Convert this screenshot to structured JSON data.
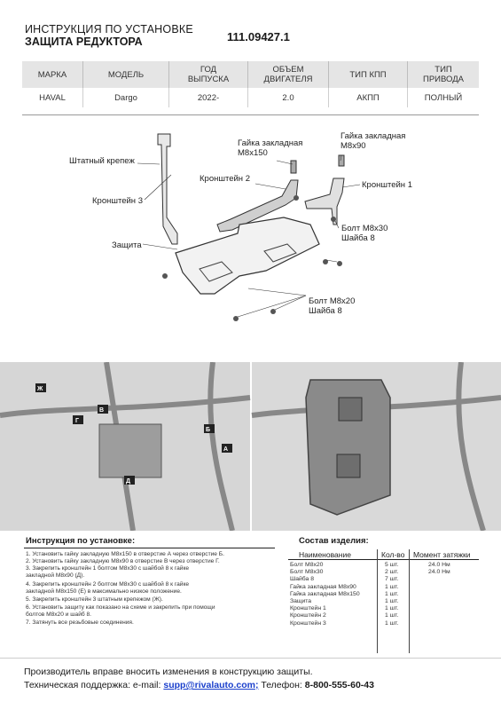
{
  "header": {
    "title_line1": "ИНСТРУКЦИЯ ПО УСТАНОВКЕ",
    "title_line2": "ЗАЩИТА РЕДУКТОРА",
    "article": "111.09427.1"
  },
  "spec_table": {
    "headers": [
      "МАРКА",
      "МОДЕЛЬ",
      "ГОД\nВЫПУСКА",
      "ОБЪЕМ\nДВИГАТЕЛЯ",
      "ТИП КПП",
      "ТИП\nПРИВОДА"
    ],
    "row": [
      "HAVAL",
      "Dargo",
      "2022-",
      "2.0",
      "АКПП",
      "ПОЛНЫЙ"
    ]
  },
  "diagram_labels": {
    "nut_m8x150": "Гайка закладная\nМ8х150",
    "nut_m8x90": "Гайка закладная\nМ8х90",
    "std_fastener": "Штатный крепеж",
    "bracket2": "Кронштейн 2",
    "bracket1": "Кронштейн 1",
    "bracket3": "Кронштейн 3",
    "bolt_m8x30": "Болт М8х30\nШайба 8",
    "protection": "Защита",
    "bolt_m8x20": "Болт М8х20\nШайба 8"
  },
  "photo_letters": [
    "Ж",
    "В",
    "Г",
    "А",
    "Б",
    "Д"
  ],
  "instructions": {
    "title": "Инструкция по установке:",
    "lines": [
      "1. Установить гайку закладную М8х150 в отверстие А через отверстие Б.",
      "2. Установить гайку закладную М8х90 в отверстие В через отверстие Г.",
      "3. Закрепить кронштейн 1 болтом М8х30 с шайбой 8 к гайке",
      "закладной М8х90 (Д).",
      "4. Закрепить кронштейн 2 болтом М8х30 с шайбой 8 к гайке",
      "закладной М8х150 (Е) в максимально низкое положение.",
      "5. Закрепить кронштейн 3 штатным крепежом (Ж).",
      "6. Установить защиту как показано на схеме и закрепить при помощи",
      "болтов М8х20 и шайб 8.",
      "7. Затянуть все резьбовые соединения."
    ]
  },
  "parts": {
    "title": "Состав изделия:",
    "headers": [
      "Наименование",
      "Кол-во",
      "Момент затяжки"
    ],
    "rows": [
      {
        "name": "Болт М8х20",
        "qty": "5 шт.",
        "torque": "24.0 Нм"
      },
      {
        "name": "Болт М8х30",
        "qty": "2 шт.",
        "torque": "24.0 Нм"
      },
      {
        "name": "Шайба 8",
        "qty": "7 шт.",
        "torque": ""
      },
      {
        "name": "Гайка закладная М8х90",
        "qty": "1 шт.",
        "torque": ""
      },
      {
        "name": "Гайка закладная М8х150",
        "qty": "1 шт.",
        "torque": ""
      },
      {
        "name": "Защита",
        "qty": "1 шт.",
        "torque": ""
      },
      {
        "name": "Кронштейн 1",
        "qty": "1 шт.",
        "torque": ""
      },
      {
        "name": "Кронштейн 2",
        "qty": "1 шт.",
        "torque": ""
      },
      {
        "name": "Кронштейн 3",
        "qty": "1 шт.",
        "torque": ""
      }
    ]
  },
  "footer": {
    "line1": "Производитель вправе вносить изменения в конструкцию защиты.",
    "support_label": "Техническая поддержка:  e-mail: ",
    "email": "supp@rivalauto.com;",
    "phone_label": " Телефон: ",
    "phone": "8-800-555-60-43"
  },
  "colors": {
    "header_bg": "#e5e5e5",
    "link": "#1a3fcc",
    "photo_bg": "#d9d9d9"
  }
}
